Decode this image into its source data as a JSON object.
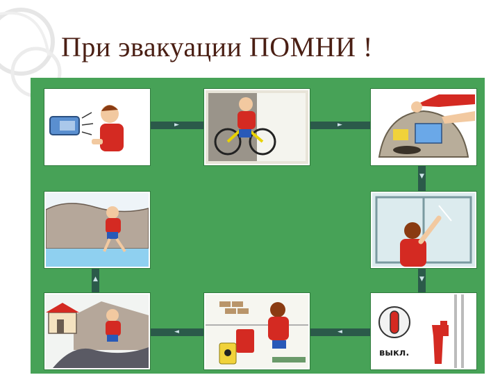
{
  "slide": {
    "title": "При эвакуации ПОМНИ !"
  },
  "panels": [
    {
      "id": "alarm",
      "icon": "alarm-speaker-icon"
    },
    {
      "id": "bicycle",
      "icon": "bicycle-icon"
    },
    {
      "id": "bag",
      "icon": "bag-icon"
    },
    {
      "id": "hill",
      "icon": "hill-icon"
    },
    {
      "id": "window",
      "icon": "window-icon"
    },
    {
      "id": "house",
      "icon": "house-icon"
    },
    {
      "id": "poison",
      "icon": "poison-canister-icon"
    },
    {
      "id": "switch",
      "icon": "power-switch-icon",
      "switch_label": "выкл."
    }
  ],
  "colors": {
    "board": "#47a257",
    "connector": "#2b5a4a",
    "title": "#4a1f14",
    "shirt": "#d42a22",
    "shorts": "#2859b8"
  },
  "arrows": {
    "right": "►",
    "left": "◄",
    "down": "▼",
    "up": "▲"
  }
}
